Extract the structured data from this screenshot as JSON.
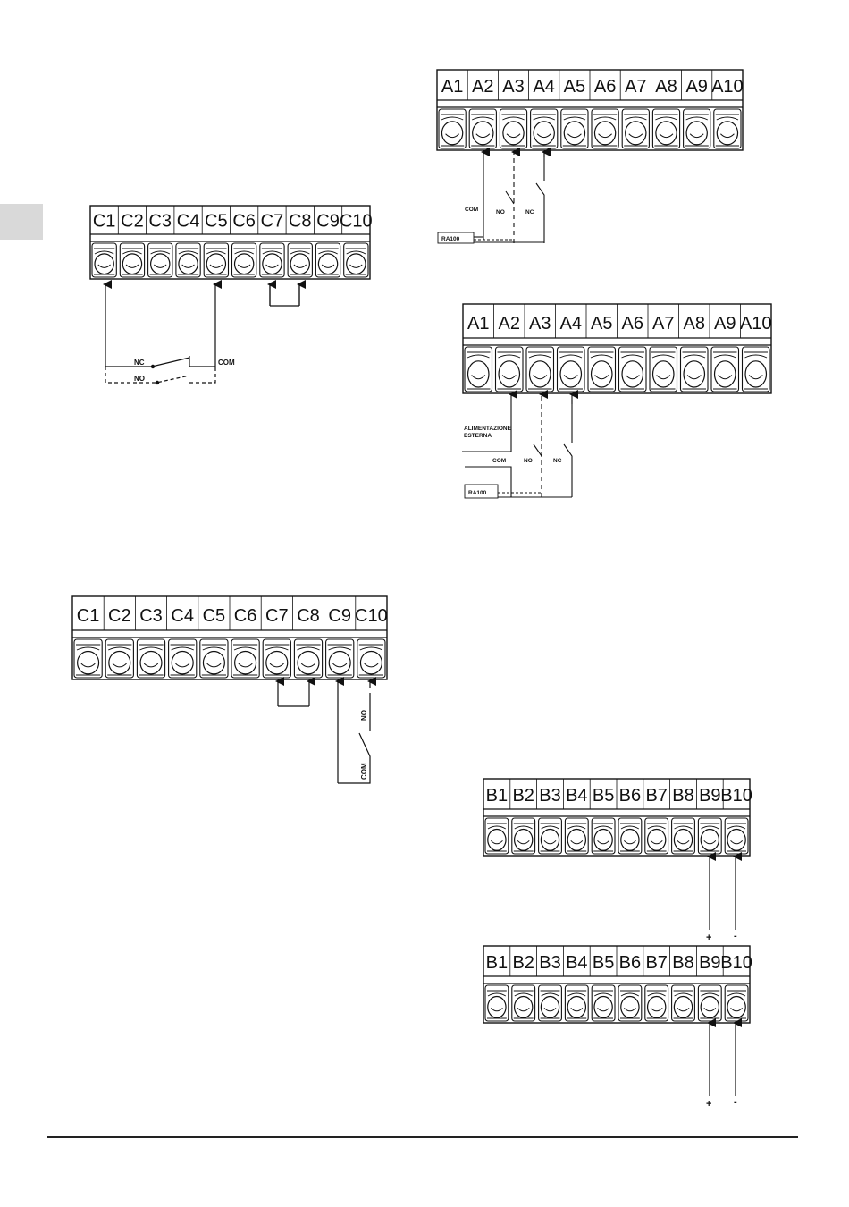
{
  "diagrams": {
    "c_nc_no": {
      "terminals": [
        "C1",
        "C2",
        "C3",
        "C4",
        "C5",
        "C6",
        "C7",
        "C8",
        "C9",
        "C10"
      ],
      "labels": {
        "nc": "NC",
        "no": "NO",
        "com": "COM"
      }
    },
    "a_ra100_internal": {
      "terminals": [
        "A1",
        "A2",
        "A3",
        "A4",
        "A5",
        "A6",
        "A7",
        "A8",
        "A9",
        "A10"
      ],
      "labels": {
        "com": "COM",
        "no": "NO",
        "nc": "NC",
        "box": "RA100"
      }
    },
    "a_ra100_external": {
      "terminals": [
        "A1",
        "A2",
        "A3",
        "A4",
        "A5",
        "A6",
        "A7",
        "A8",
        "A9",
        "A10"
      ],
      "labels": {
        "supply_line1": "ALIMENTAZIONE",
        "supply_line2": "ESTERNA",
        "com": "COM",
        "no": "NO",
        "nc": "NC",
        "box": "RA100"
      }
    },
    "c_no_contact": {
      "terminals": [
        "C1",
        "C2",
        "C3",
        "C4",
        "C5",
        "C6",
        "C7",
        "C8",
        "C9",
        "C10"
      ],
      "labels": {
        "no": "NO",
        "com": "COM"
      }
    },
    "b_upper": {
      "terminals": [
        "B1",
        "B2",
        "B3",
        "B4",
        "B5",
        "B6",
        "B7",
        "B8",
        "B9",
        "B10"
      ],
      "labels": {
        "plus": "+",
        "minus": "-"
      }
    },
    "b_lower": {
      "terminals": [
        "B1",
        "B2",
        "B3",
        "B4",
        "B5",
        "B6",
        "B7",
        "B8",
        "B9",
        "B10"
      ],
      "labels": {
        "plus": "+",
        "minus": "-"
      }
    }
  },
  "colors": {
    "ink": "#111111",
    "side_tab": "#d9d9d9"
  }
}
